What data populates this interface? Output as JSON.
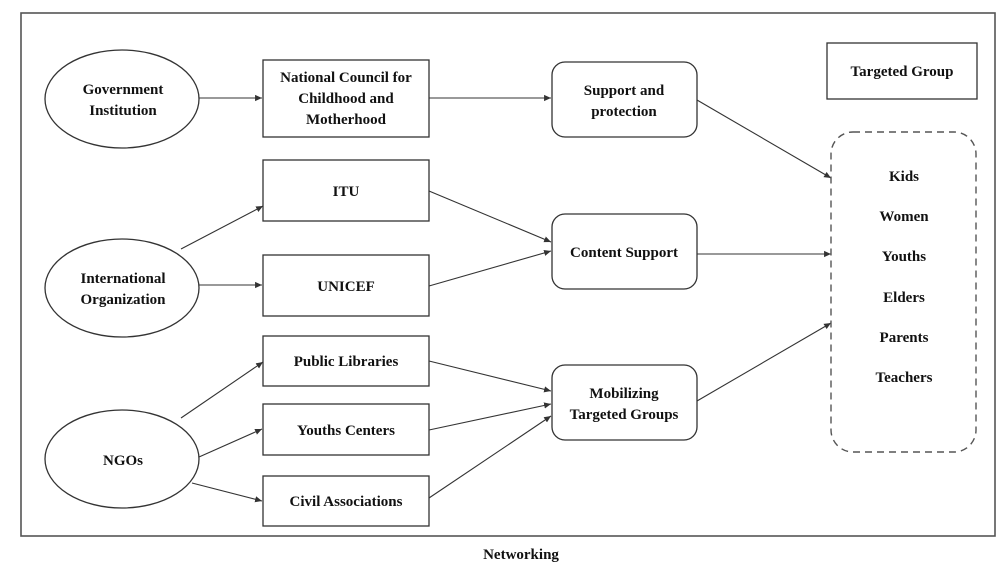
{
  "caption": "Networking",
  "legend": {
    "label": "Targeted Group"
  },
  "sources": {
    "gov": [
      "Government",
      "Institution"
    ],
    "intl": [
      "International",
      "Organization"
    ],
    "ngo": [
      "NGOs"
    ]
  },
  "orgs": {
    "nccm": [
      "National Council for",
      "Childhood and",
      "Motherhood"
    ],
    "itu": [
      "ITU"
    ],
    "unicef": [
      "UNICEF"
    ],
    "libraries": [
      "Public Libraries"
    ],
    "youths_centers": [
      "Youths Centers"
    ],
    "civil": [
      "Civil Associations"
    ]
  },
  "roles": {
    "support": [
      "Support and",
      "protection"
    ],
    "content": [
      "Content Support"
    ],
    "mobilizing": [
      "Mobilizing",
      "Targeted Groups"
    ]
  },
  "targeted_groups": [
    "Kids",
    "Women",
    "Youths",
    "Elders",
    "Parents",
    "Teachers"
  ]
}
